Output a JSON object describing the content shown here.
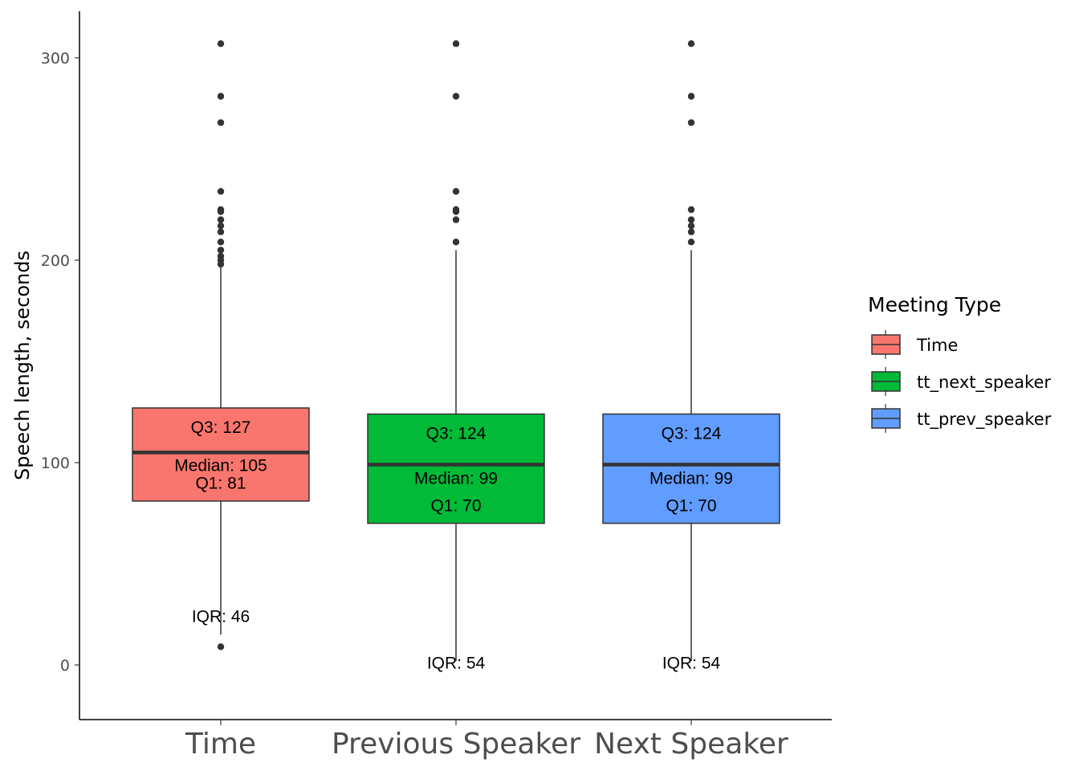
{
  "chart_data": {
    "type": "box",
    "ylabel": "Speech length, seconds",
    "xlabel": "",
    "ylim": [
      -27,
      322
    ],
    "y_ticks": [
      0,
      100,
      200,
      300
    ],
    "categories": [
      "Time",
      "Previous Speaker",
      "Next Speaker"
    ],
    "grid": false,
    "legend": {
      "title": "Meeting Type",
      "position": "right",
      "entries": [
        {
          "label": "Time",
          "color": "#F8766D"
        },
        {
          "label": "tt_next_speaker",
          "color": "#00BA38"
        },
        {
          "label": "tt_prev_speaker",
          "color": "#619CFF"
        }
      ]
    },
    "boxes": [
      {
        "category": "Time",
        "color": "#F8766D",
        "q1": 81,
        "median": 105,
        "q3": 127,
        "whisker_low": 15,
        "whisker_high": 197,
        "outliers": [
          9,
          198,
          200,
          202,
          205,
          209,
          214,
          217,
          220,
          224,
          225,
          234,
          268,
          281,
          307
        ],
        "labels": {
          "q3": "Q3: 127",
          "median": "Median: 105",
          "q1": "Q1: 81",
          "iqr": "IQR: 46"
        },
        "iqr_label_y": 24
      },
      {
        "category": "Previous Speaker",
        "color": "#00BA38",
        "q1": 70,
        "median": 99,
        "q3": 124,
        "whisker_low": 2,
        "whisker_high": 205,
        "outliers": [
          209,
          220,
          224,
          225,
          234,
          281,
          307
        ],
        "labels": {
          "q3": "Q3: 124",
          "median": "Median: 99",
          "q1": "Q1: 70",
          "iqr": "IQR: 54"
        },
        "iqr_label_y": 1
      },
      {
        "category": "Next Speaker",
        "color": "#619CFF",
        "q1": 70,
        "median": 99,
        "q3": 124,
        "whisker_low": 2,
        "whisker_high": 205,
        "outliers": [
          209,
          214,
          217,
          220,
          225,
          268,
          281,
          307
        ],
        "labels": {
          "q3": "Q3: 124",
          "median": "Median: 99",
          "q1": "Q1: 70",
          "iqr": "IQR: 54"
        },
        "iqr_label_y": 1
      }
    ]
  }
}
